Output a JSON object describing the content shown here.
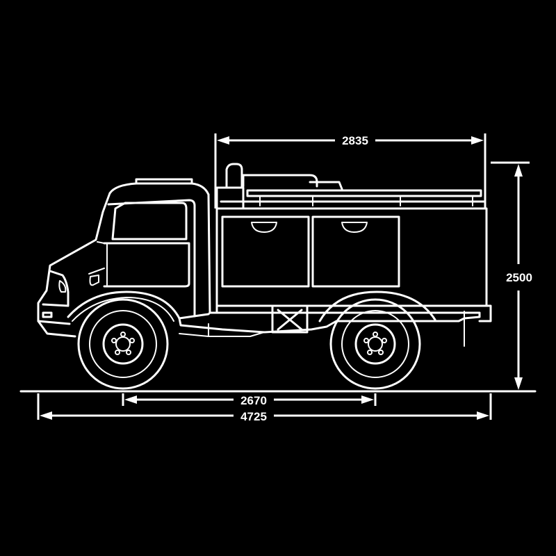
{
  "dimensions": {
    "cargo_length": "2835",
    "overall_height": "2500",
    "wheelbase": "2670",
    "overall_length": "4725"
  },
  "colors": {
    "background": "#000000",
    "line": "#ffffff"
  }
}
